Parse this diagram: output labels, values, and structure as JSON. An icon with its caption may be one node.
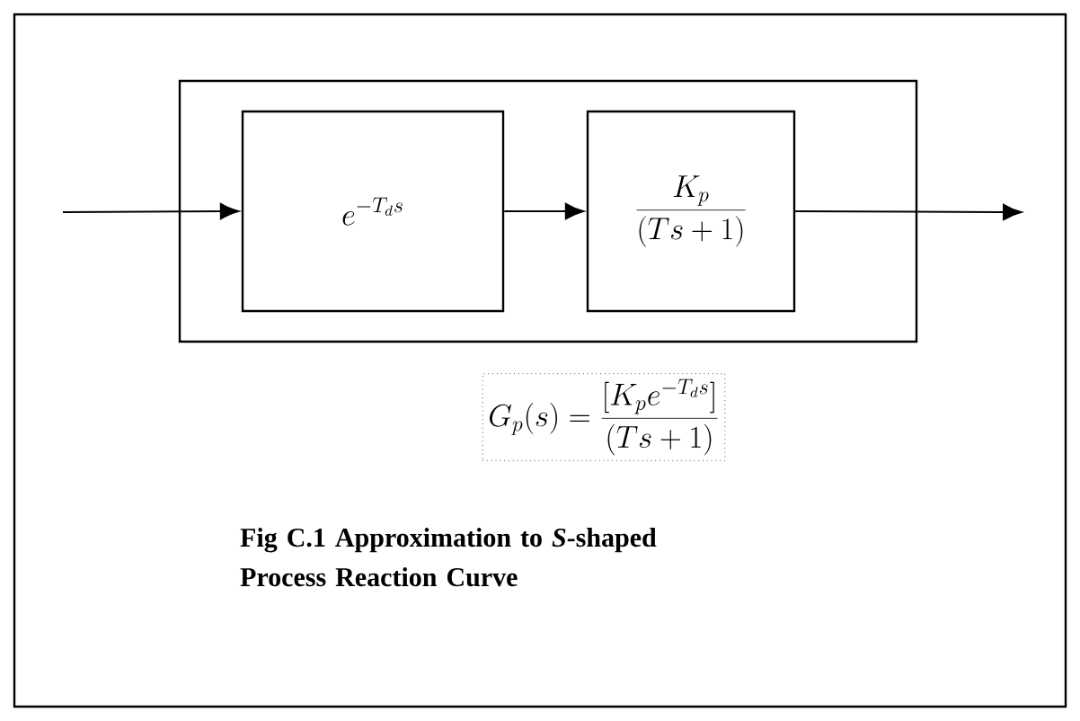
{
  "diagram": {
    "caption": "Fig C.1 Approximation to *S*-shaped Process Reaction Curve",
    "nodes": [
      {
        "text": [],
        "shape": "box"
      },
      {
        "text": [
          "e^{-T_d s}"
        ],
        "in": 0
      },
      {
        "text": [
          "\\frac{K_p}{(Ts+1)}"
        ],
        "in": 0
      }
    ],
    "edges": [
      {
        "from": null,
        "to": 1,
        "arrow": "to"
      },
      {
        "from": 1,
        "to": 2,
        "arrow": "to"
      },
      {
        "from": 2,
        "to": null,
        "arrow": "to"
      }
    ],
    "labels": [
      "G_p(s)=\\frac{[K_p e^{-T_d s}]}{(Ts+1)}"
    ]
  }
}
